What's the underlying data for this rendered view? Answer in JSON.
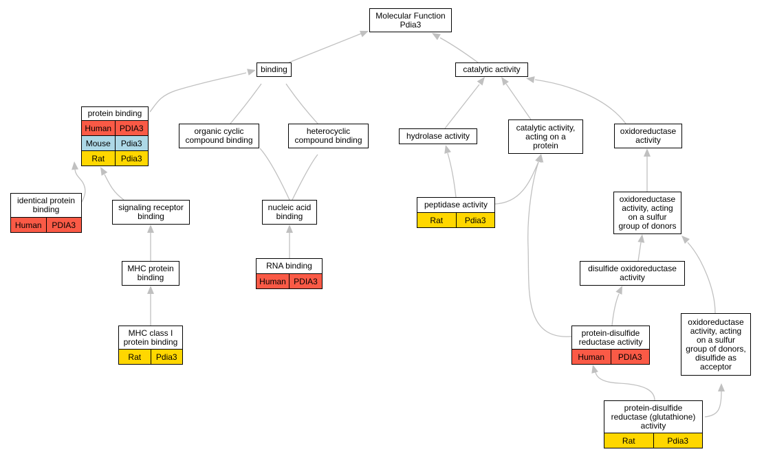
{
  "colors": {
    "human": "#fa5a46",
    "mouse": "#add8e6",
    "rat": "#ffd700",
    "edge": "#c0c0c0"
  },
  "nodes": {
    "mf": {
      "label": "Molecular Function\nPdia3",
      "rows": []
    },
    "binding": {
      "label": "binding",
      "rows": []
    },
    "catalytic": {
      "label": "catalytic activity",
      "rows": []
    },
    "protein_binding": {
      "label": "protein binding",
      "rows": [
        {
          "species": "Human",
          "gene": "PDIA3",
          "color": "human"
        },
        {
          "species": "Mouse",
          "gene": "Pdia3",
          "color": "mouse"
        },
        {
          "species": "Rat",
          "gene": "Pdia3",
          "color": "rat"
        }
      ]
    },
    "organic": {
      "label": "organic cyclic\ncompound binding",
      "rows": []
    },
    "hetero": {
      "label": "heterocyclic\ncompound binding",
      "rows": []
    },
    "hydrolase": {
      "label": "hydrolase activity",
      "rows": []
    },
    "cat_prot": {
      "label": "catalytic activity,\nacting on a\nprotein",
      "rows": []
    },
    "oxido": {
      "label": "oxidoreductase\nactivity",
      "rows": []
    },
    "identical": {
      "label": "identical protein\nbinding",
      "rows": [
        {
          "species": "Human",
          "gene": "PDIA3",
          "color": "human"
        }
      ]
    },
    "signaling": {
      "label": "signaling receptor\nbinding",
      "rows": []
    },
    "nucleic": {
      "label": "nucleic acid\nbinding",
      "rows": []
    },
    "peptidase": {
      "label": "peptidase activity",
      "rows": [
        {
          "species": "Rat",
          "gene": "Pdia3",
          "color": "rat"
        }
      ]
    },
    "oxido_s": {
      "label": "oxidoreductase\nactivity, acting\non a sulfur\ngroup of donors",
      "rows": []
    },
    "mhc": {
      "label": "MHC protein\nbinding",
      "rows": []
    },
    "rna": {
      "label": "RNA binding",
      "rows": [
        {
          "species": "Human",
          "gene": "PDIA3",
          "color": "human"
        }
      ]
    },
    "disulfide": {
      "label": "disulfide oxidoreductase\nactivity",
      "rows": []
    },
    "mhc1": {
      "label": "MHC class I\nprotein binding",
      "rows": [
        {
          "species": "Rat",
          "gene": "Pdia3",
          "color": "rat"
        }
      ]
    },
    "pdr": {
      "label": "protein-disulfide\nreductase activity",
      "rows": [
        {
          "species": "Human",
          "gene": "PDIA3",
          "color": "human"
        }
      ]
    },
    "oxido_sd": {
      "label": "oxidoreductase\nactivity, acting\non a sulfur\ngroup of donors,\ndisulfide as\nacceptor",
      "rows": []
    },
    "pdr_glut": {
      "label": "protein-disulfide\nreductase (glutathione)\nactivity",
      "rows": [
        {
          "species": "Rat",
          "gene": "Pdia3",
          "color": "rat"
        }
      ]
    }
  }
}
